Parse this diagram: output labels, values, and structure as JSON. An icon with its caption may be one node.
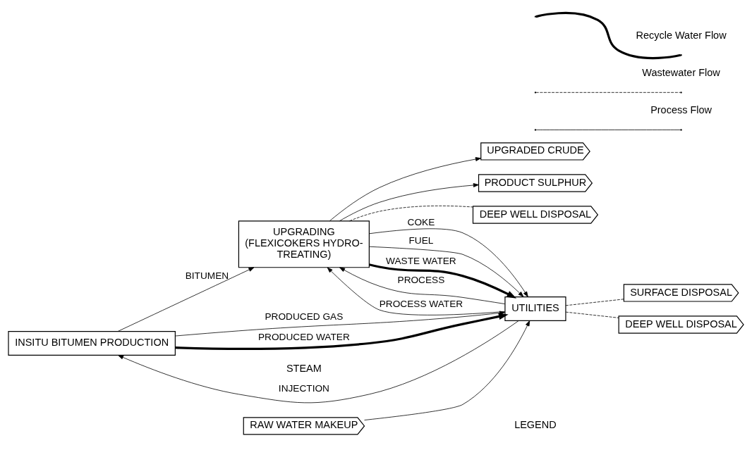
{
  "diagram": {
    "nodes": [
      {
        "text": [
          "INSITU BITUMEN PRODUCTION"
        ]
      },
      {
        "text": [
          "UPGRADING (FLEXICOKERS HYDRO- TREATING)"
        ]
      },
      {
        "text": [
          "UPGRADED CRUDE"
        ]
      },
      {
        "text": [
          "PRODUCT SULPHUR"
        ]
      },
      {
        "text": [
          "DEEP WELL DISPOSAL"
        ]
      },
      {
        "text": [
          "UTILITIES"
        ]
      },
      {
        "text": [
          "RAW WATER MAKEUP"
        ]
      },
      {
        "text": [
          "SURFACE DISPOSAL"
        ]
      },
      {
        "text": [
          "DEEP WELL DISPOSAL"
        ]
      }
    ],
    "edges": [
      {
        "from": 0,
        "to": 1,
        "arrow": "to",
        "label": "BITUMEN"
      },
      {
        "from": 5,
        "to": 0,
        "arrow": "to",
        "label": "INJECTION"
      },
      {
        "from": 5,
        "to": 1,
        "arrow": "to",
        "label": "PROCESS"
      },
      {
        "from": 5,
        "to": 1,
        "arrow": "to",
        "label": "PROCESS WATER"
      },
      {
        "from": 1,
        "to": 2,
        "arrow": "to"
      },
      {
        "from": 1,
        "to": 3,
        "arrow": "to"
      },
      {
        "from": 1,
        "to": 4,
        "arrow": "none",
        "style": "dashed"
      },
      {
        "from": 0,
        "to": 5,
        "arrow": "to",
        "label": "PRODUCED GAS"
      },
      {
        "from": 0,
        "to": 5,
        "arrow": "to",
        "label": "PRODUCED WATER",
        "style": "thick"
      },
      {
        "from": 1,
        "to": 5,
        "arrow": "to",
        "label": "COKE"
      },
      {
        "from": 1,
        "to": 5,
        "arrow": "to",
        "label": "FUEL"
      },
      {
        "from": 1,
        "to": 5,
        "arrow": "to",
        "label": "WASTE WATER",
        "style": "thick"
      },
      {
        "from": 6,
        "to": 5,
        "arrow": "to"
      },
      {
        "from": 5,
        "to": 7,
        "arrow": "none",
        "style": "dashed"
      },
      {
        "from": 5,
        "to": 8,
        "arrow": "none",
        "style": "dashed"
      }
    ],
    "labels": [
      "STEAM",
      "LEGEND"
    ],
    "legend": [
      {
        "text": "Recycle Water Flow"
      },
      {
        "text": "Wastewater Flow"
      },
      {
        "text": "Process Flow"
      }
    ]
  }
}
